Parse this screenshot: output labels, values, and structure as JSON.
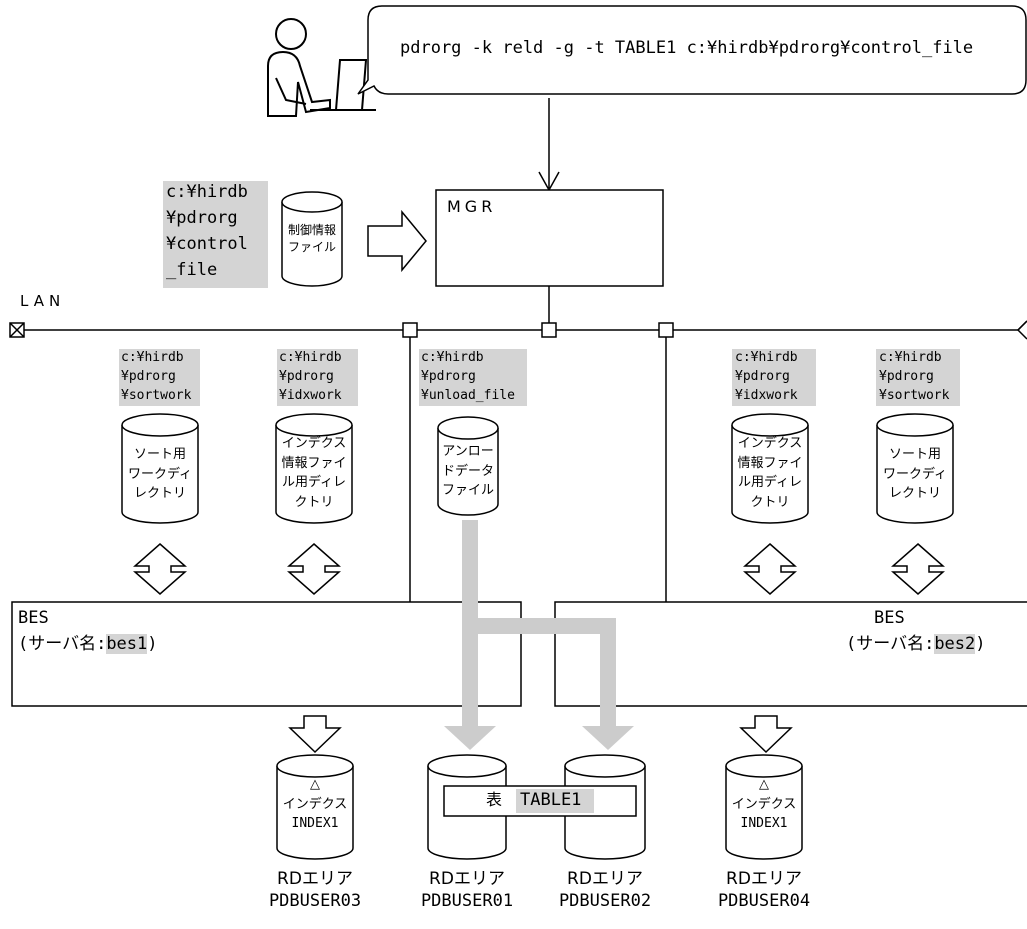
{
  "command": "pdrorg -k reld -g -t TABLE1 c:¥hirdb¥pdrorg¥control_file",
  "mgr_label": "MGR",
  "lan_label": "LAN",
  "control_path": [
    "c:¥hirdb",
    "¥pdrorg",
    "¥control",
    "_file"
  ],
  "control_file_label": [
    "制御情報",
    "ファイル"
  ],
  "bes1": {
    "name": "BES",
    "server_prefix": "(サーバ名:",
    "server_name": "bes1",
    "server_suffix": ")"
  },
  "bes2": {
    "name": "BES",
    "server_prefix": "(サーバ名:",
    "server_name": "bes2",
    "server_suffix": ")"
  },
  "sortwork1": {
    "path": [
      "c:¥hirdb",
      "¥pdrorg",
      "¥sortwork"
    ],
    "label": [
      "ソート用",
      "ワークディ",
      "レクトリ"
    ]
  },
  "idxwork1": {
    "path": [
      "c:¥hirdb",
      "¥pdrorg",
      "¥idxwork"
    ],
    "label": [
      "インデクス",
      "情報ファイ",
      "ル用ディレ",
      "クトリ"
    ]
  },
  "unload": {
    "path": [
      "c:¥hirdb",
      "¥pdrorg",
      "¥unload_file"
    ],
    "label": [
      "アンロー",
      "ドデータ",
      "ファイル"
    ]
  },
  "idxwork2": {
    "path": [
      "c:¥hirdb",
      "¥pdrorg",
      "¥idxwork"
    ],
    "label": [
      "インデクス",
      "情報ファイ",
      "ル用ディレ",
      "クトリ"
    ]
  },
  "sortwork2": {
    "path": [
      "c:¥hirdb",
      "¥pdrorg",
      "¥sortwork"
    ],
    "label": [
      "ソート用",
      "ワークディ",
      "レクトリ"
    ]
  },
  "index1": {
    "mark": "△",
    "label": "インデクス",
    "name": "INDEX1"
  },
  "index2": {
    "mark": "△",
    "label": "インデクス",
    "name": "INDEX1"
  },
  "table": {
    "prefix": "表",
    "name": "TABLE1"
  },
  "rd03": {
    "kind": "RDエリア",
    "name": "PDBUSER03"
  },
  "rd01": {
    "kind": "RDエリア",
    "name": "PDBUSER01"
  },
  "rd02": {
    "kind": "RDエリア",
    "name": "PDBUSER02"
  },
  "rd04": {
    "kind": "RDエリア",
    "name": "PDBUSER04"
  }
}
